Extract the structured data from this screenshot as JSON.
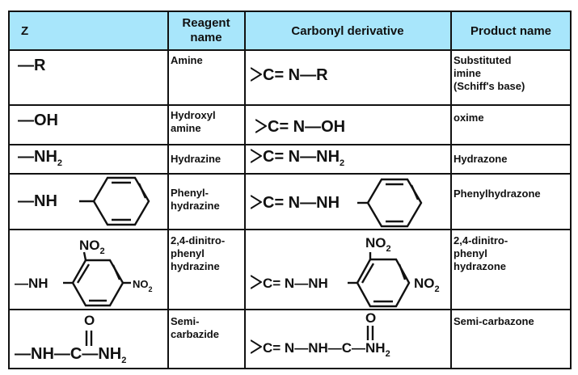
{
  "header": {
    "z": "Z",
    "reagent": "Reagent name",
    "derivative": "Carbonyl derivative",
    "product": "Product name"
  },
  "rows": [
    {
      "z": "—R",
      "reagent": [
        "Amine"
      ],
      "derivative": "C= N—R",
      "product": [
        "Substituted",
        "imine",
        "(Schiff's base)"
      ]
    },
    {
      "z": "—OH",
      "reagent": [
        "Hydroxyl",
        "amine"
      ],
      "derivative": "C= N—OH",
      "product": [
        "oxime"
      ]
    },
    {
      "z": "—NH",
      "z_sub": "2",
      "reagent": [
        "Hydrazine"
      ],
      "derivative": "C= N—NH",
      "derivative_sub": "2",
      "product": [
        "Hydrazone"
      ]
    },
    {
      "z": "—NH",
      "reagent": [
        "Phenyl-",
        "hydrazine"
      ],
      "derivative": "C= N—NH",
      "product": [
        "Phenylhydrazone"
      ]
    },
    {
      "z": "—NH",
      "z_top": "NO",
      "z_right": "NO",
      "sub": "2",
      "reagent": [
        "2,4-dinitro-",
        "phenyl",
        "hydrazine"
      ],
      "derivative": "C= N—NH",
      "product": [
        "2,4-dinitro-",
        "phenyl",
        "hydrazone"
      ]
    },
    {
      "z": "—NH—C—NH",
      "z_o": "O",
      "sub": "2",
      "reagent": [
        "Semi-",
        "carbazide"
      ],
      "derivative": "C= N—NH—C—NH",
      "product": [
        "Semi-carbazone"
      ]
    }
  ]
}
